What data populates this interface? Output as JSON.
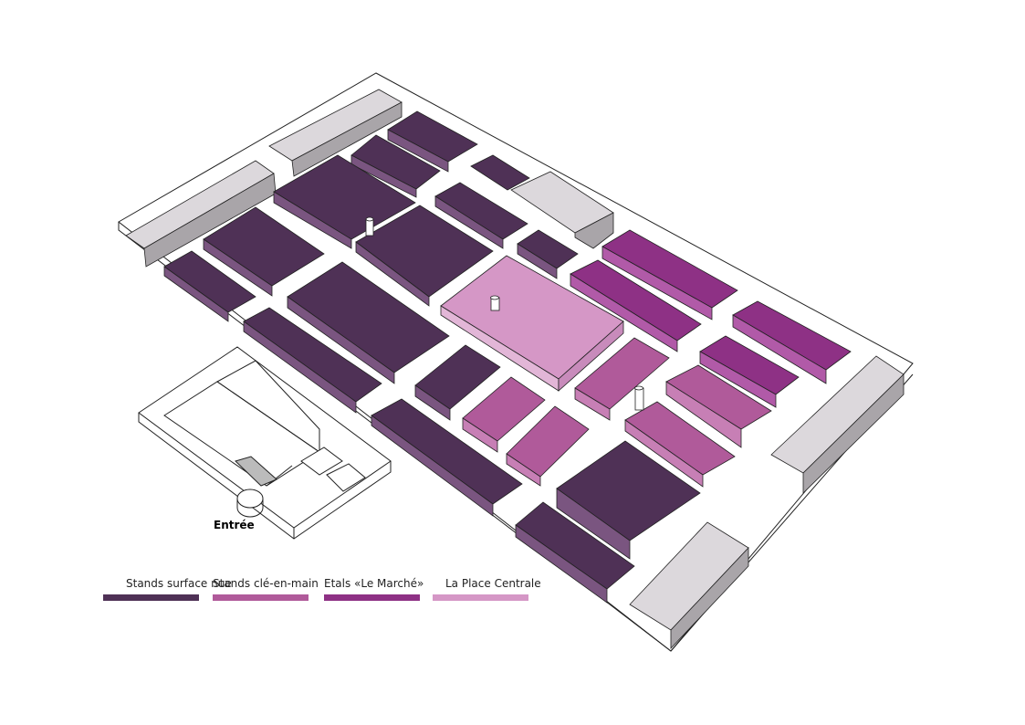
{
  "entrance_label": "Entrée",
  "legend": [
    {
      "label": "Stands surface nue",
      "color": "#4f3156"
    },
    {
      "label": "Stands clé-en-main",
      "color": "#b05a9a"
    },
    {
      "label": "Etals «Le Marché»",
      "color": "#8e3185"
    },
    {
      "label": "La Place Centrale",
      "color": "#d597c6"
    }
  ],
  "colors": {
    "outline": "#222222",
    "service_block": "#dcd8dc",
    "service_side": "#a9a5a9"
  }
}
